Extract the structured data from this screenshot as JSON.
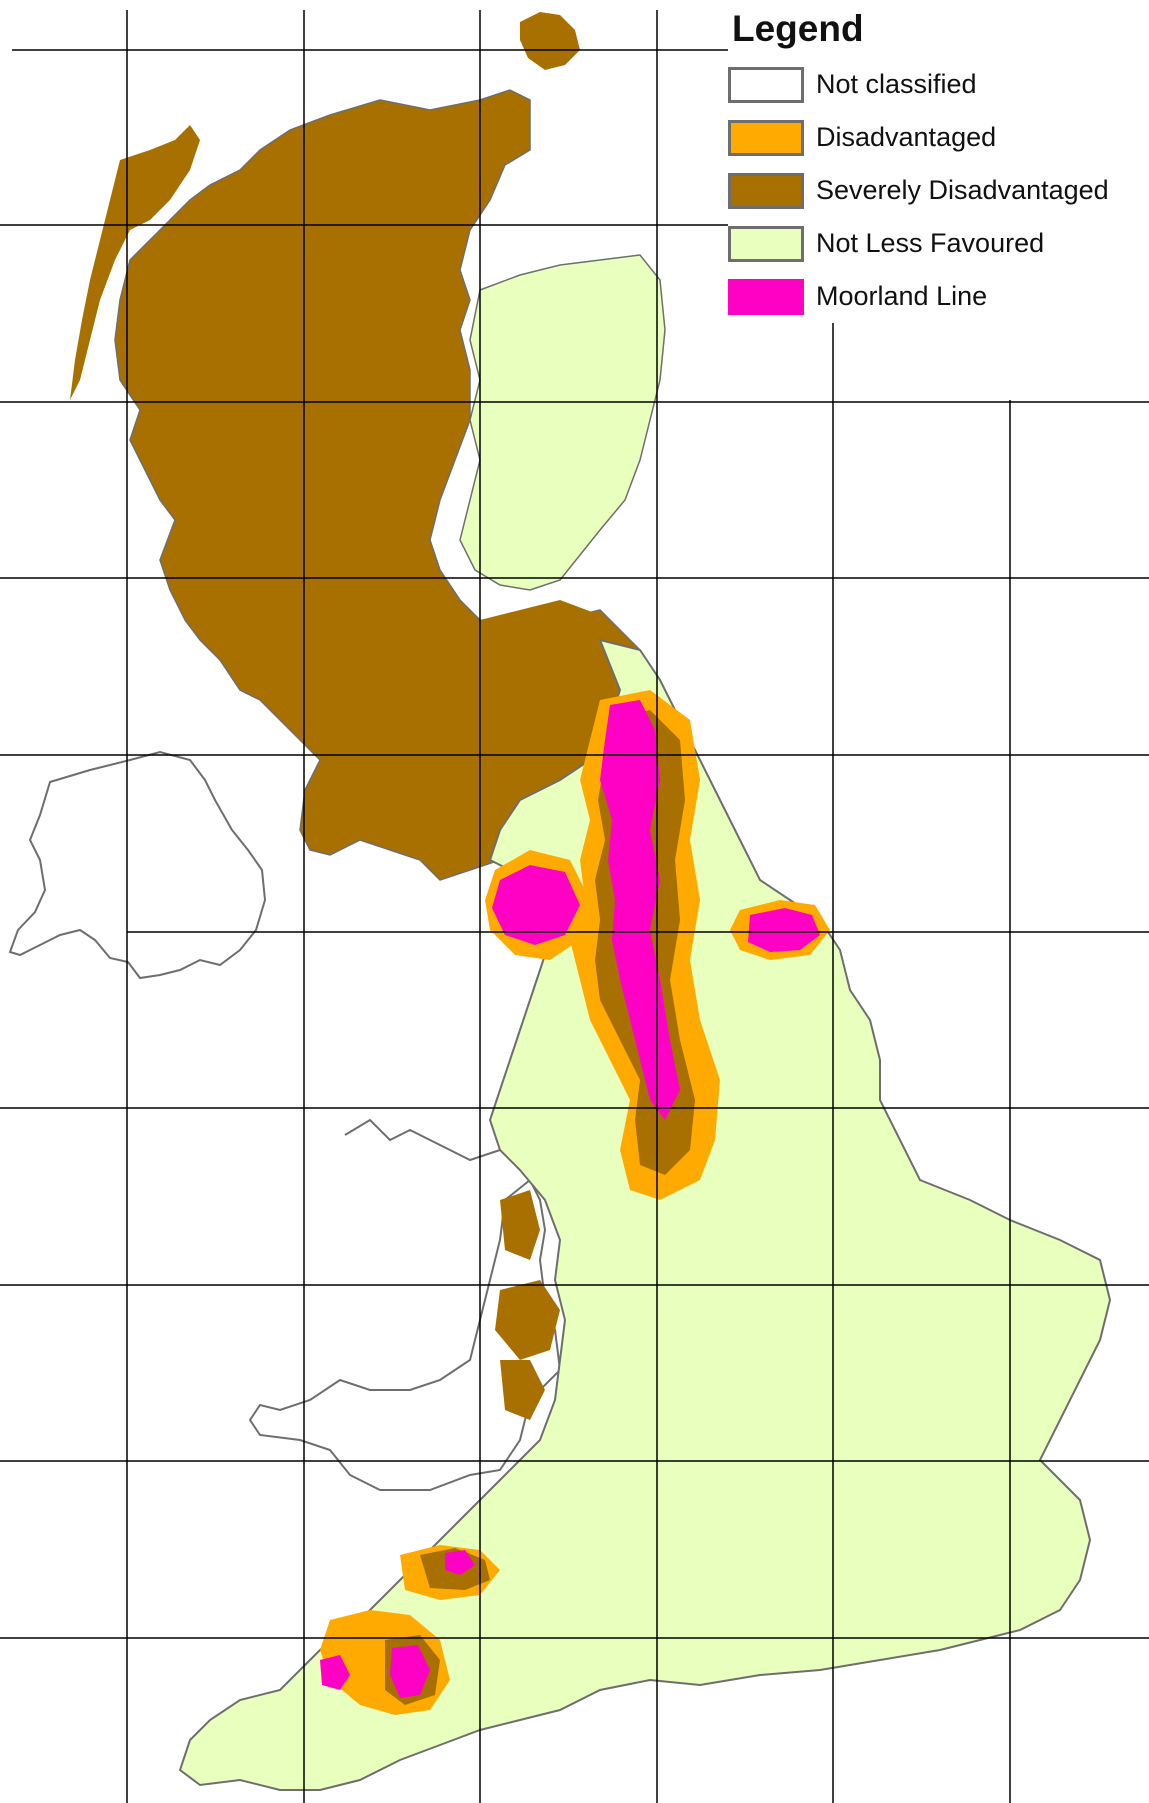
{
  "legend": {
    "title": "Legend",
    "items": [
      {
        "label": "Not classified",
        "color": "#ffffff",
        "outlined": true
      },
      {
        "label": "Disadvantaged",
        "color": "#ffaa00",
        "outlined": true
      },
      {
        "label": "Severely Disadvantaged",
        "color": "#a87000",
        "outlined": true
      },
      {
        "label": "Not Less Favoured",
        "color": "#e9ffbe",
        "outlined": true
      },
      {
        "label": "Moorland Line",
        "color": "#ff00c5",
        "outlined": false
      }
    ]
  },
  "map": {
    "outline_color": "#6e6e6e",
    "grid_color": "#000000"
  }
}
